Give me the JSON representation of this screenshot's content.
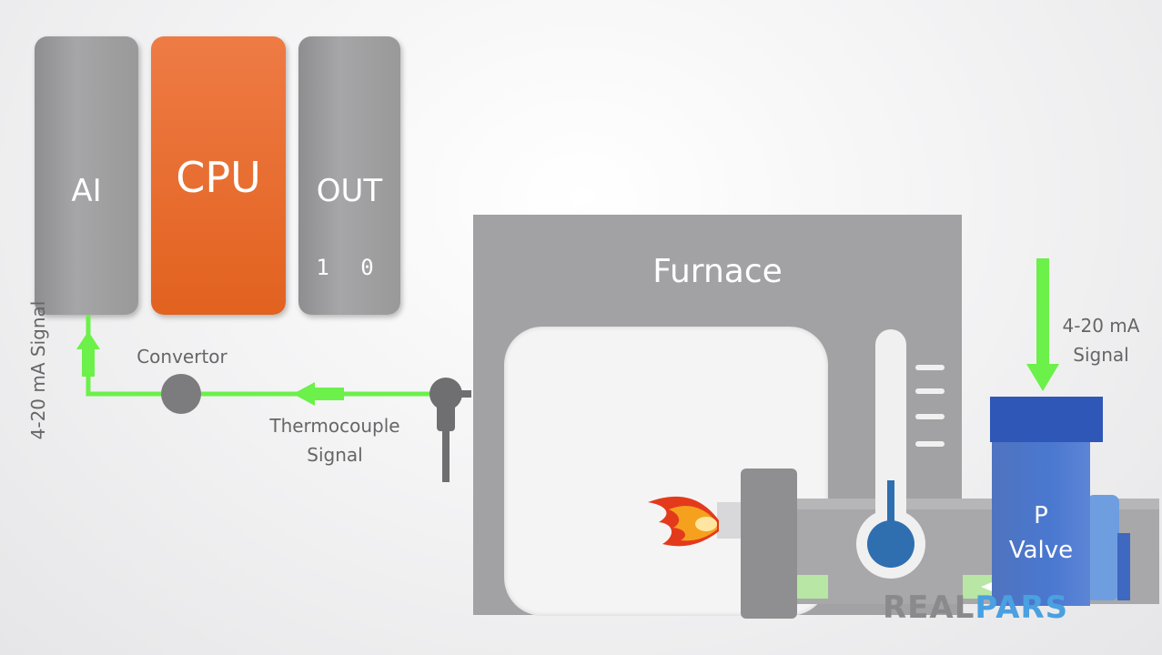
{
  "plc": {
    "ai_label": "AI",
    "cpu_label": "CPU",
    "out_label": "OUT",
    "out_bits": "1 0"
  },
  "signals": {
    "ai_signal_label": "4-20 mA Signal",
    "convertor_label": "Convertor",
    "thermocouple_label_line1": "Thermocouple",
    "thermocouple_label_line2": "Signal",
    "valve_signal_line1": "4-20 mA",
    "valve_signal_line2": "Signal"
  },
  "furnace": {
    "title": "Furnace"
  },
  "valve": {
    "line1": "P",
    "line2": "Valve"
  },
  "logo": {
    "part1": "REAL",
    "part2": "PARS"
  },
  "colors": {
    "signal_green": "#6cf04a",
    "cpu_orange": "#e66a28",
    "module_gray": "#a0a0a2",
    "valve_blue": "#4a78d0",
    "thermo_blue": "#2f6fb0"
  }
}
